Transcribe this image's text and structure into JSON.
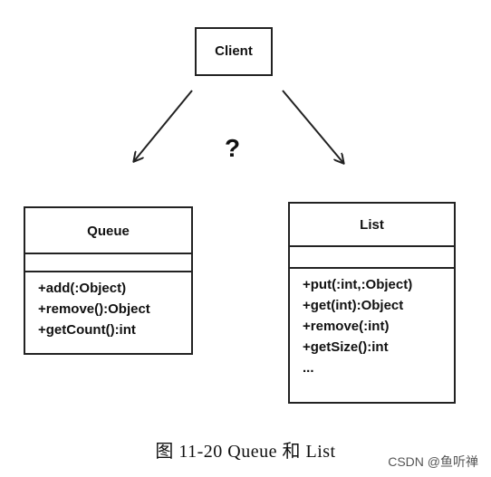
{
  "diagram": {
    "client": {
      "name": "Client"
    },
    "question_mark": "?",
    "queue": {
      "name": "Queue",
      "operations": [
        "+add(:Object)",
        "+remove():Object",
        "+getCount():int"
      ]
    },
    "list": {
      "name": "List",
      "operations": [
        "+put(:int,:Object)",
        "+get(int):Object",
        "+remove(:int)",
        "+getSize():int",
        "..."
      ]
    },
    "caption": "图 11-20    Queue 和 List",
    "watermark": "CSDN @鱼听禅"
  },
  "colors": {
    "line": "#222222",
    "background": "#ffffff",
    "watermark": "#555555"
  }
}
